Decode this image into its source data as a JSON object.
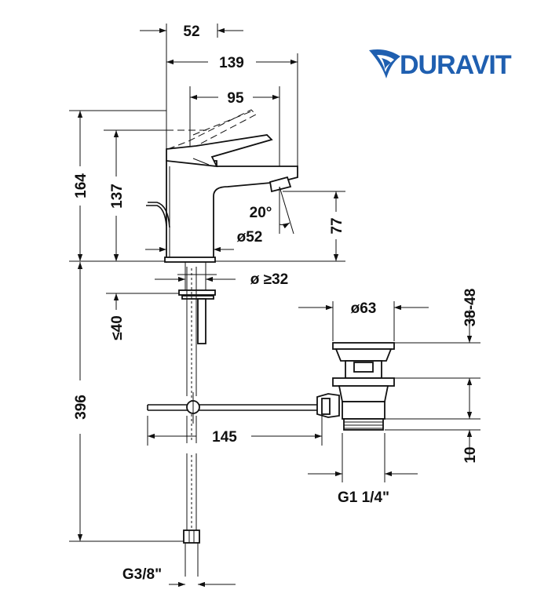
{
  "brand": {
    "name": "DURAVIT",
    "color": "#1f5fb0"
  },
  "dimensions": {
    "d52": "52",
    "d139": "139",
    "d95": "95",
    "d164": "164",
    "d137": "137",
    "angle": "20°",
    "d77": "77",
    "dia52": "ø52",
    "dia32": "ø ≥32",
    "le40": "≤40",
    "dia63": "ø63",
    "d38_48": "38-48",
    "d396": "396",
    "d145": "145",
    "d10": "10",
    "g114": "G1 1/4\"",
    "g38": "G3/8\""
  },
  "icons": {
    "logo": "duravit-swirl-icon"
  }
}
